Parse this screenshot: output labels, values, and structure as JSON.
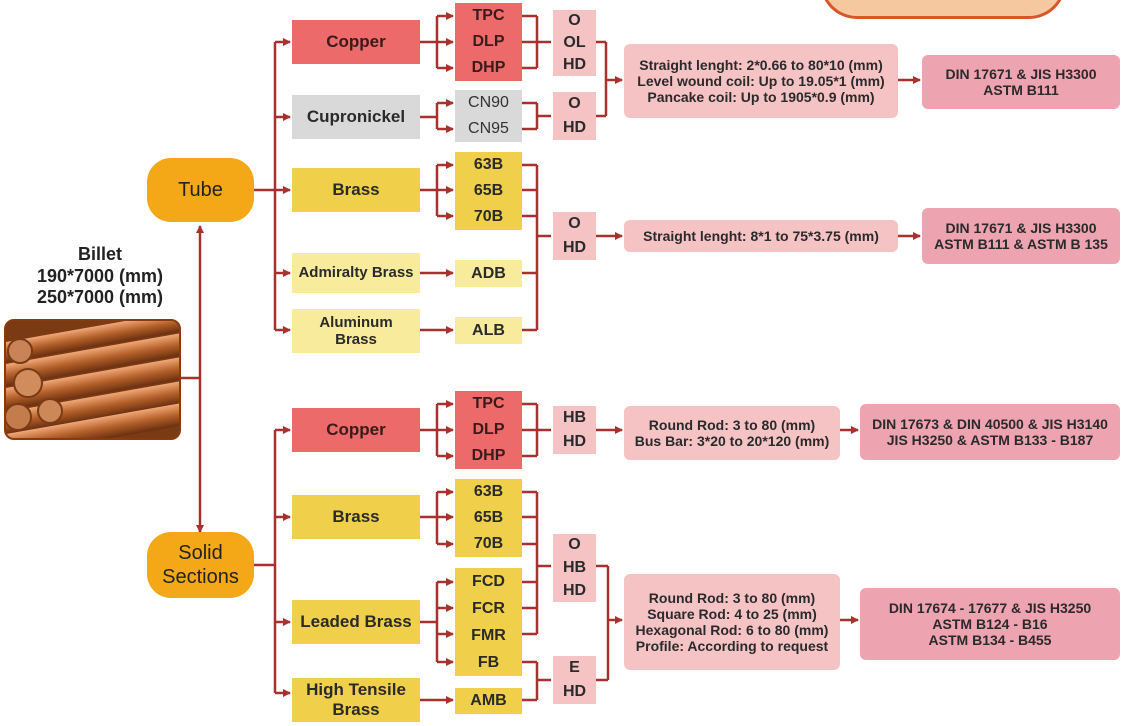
{
  "billet": {
    "title": "Billet",
    "size1": "190*7000 (mm)",
    "size2": "250*7000 (mm)"
  },
  "tube": {
    "label": "Tube",
    "copper": {
      "label": "Copper",
      "grades": [
        "TPC",
        "DLP",
        "DHP"
      ],
      "tempers": [
        "O",
        "OL",
        "HD"
      ]
    },
    "cupronickel": {
      "label": "Cupronickel",
      "grades": [
        "CN90",
        "CN95"
      ],
      "tempers": [
        "O",
        "HD"
      ]
    },
    "brass": {
      "label": "Brass",
      "grades": [
        "63B",
        "65B",
        "70B"
      ]
    },
    "admiralty": {
      "label": "Admiralty Brass",
      "grade": "ADB"
    },
    "aluminum": {
      "label_line1": "Aluminum",
      "label_line2": "Brass",
      "grade": "ALB"
    },
    "brass_tempers": [
      "O",
      "HD"
    ],
    "dims1": [
      "Straight lenght: 2*0.66 to 80*10 (mm)",
      "Level wound coil: Up to 19.05*1 (mm)",
      "Pancake coil: Up to 1905*0.9 (mm)"
    ],
    "std1": [
      "DIN 17671 & JIS H3300",
      "ASTM B111"
    ],
    "dims2": "Straight lenght: 8*1 to 75*3.75 (mm)",
    "std2": [
      "DIN 17671 & JIS H3300",
      "ASTM B111 & ASTM B 135"
    ]
  },
  "solid": {
    "label_line1": "Solid",
    "label_line2": "Sections",
    "copper": {
      "label": "Copper",
      "grades": [
        "TPC",
        "DLP",
        "DHP"
      ],
      "tempers": [
        "HB",
        "HD"
      ]
    },
    "brass": {
      "label": "Brass",
      "grades": [
        "63B",
        "65B",
        "70B"
      ]
    },
    "leaded": {
      "label": "Leaded Brass",
      "grades": [
        "FCD",
        "FCR",
        "FMR",
        "FB"
      ]
    },
    "hightensile": {
      "label_line1": "High Tensile",
      "label_line2": "Brass",
      "grade": "AMB"
    },
    "brass_tempers": [
      "O",
      "HB",
      "HD"
    ],
    "ht_tempers": [
      "E",
      "HD"
    ],
    "dims1": [
      "Round Rod: 3 to 80 (mm)",
      "Bus Bar: 3*20 to 20*120 (mm)"
    ],
    "std1": [
      "DIN 17673 & DIN 40500 & JIS H3140",
      "JIS H3250 & ASTM B133 - B187"
    ],
    "dims2": [
      "Round Rod: 3 to 80 (mm)",
      "Square Rod: 4 to 25 (mm)",
      "Hexagonal Rod: 6 to 80 (mm)",
      "Profile: According to request"
    ],
    "std2": [
      "DIN 17674 - 17677 & JIS H3250",
      "ASTM B124 - B16",
      "ASTM B134 - B455"
    ]
  },
  "colors": {
    "line": "#a8302e",
    "oval": "#f4a818",
    "copper": "#ec6a6a",
    "yellow": "#f0d04a",
    "pink": "#eea3b0"
  }
}
